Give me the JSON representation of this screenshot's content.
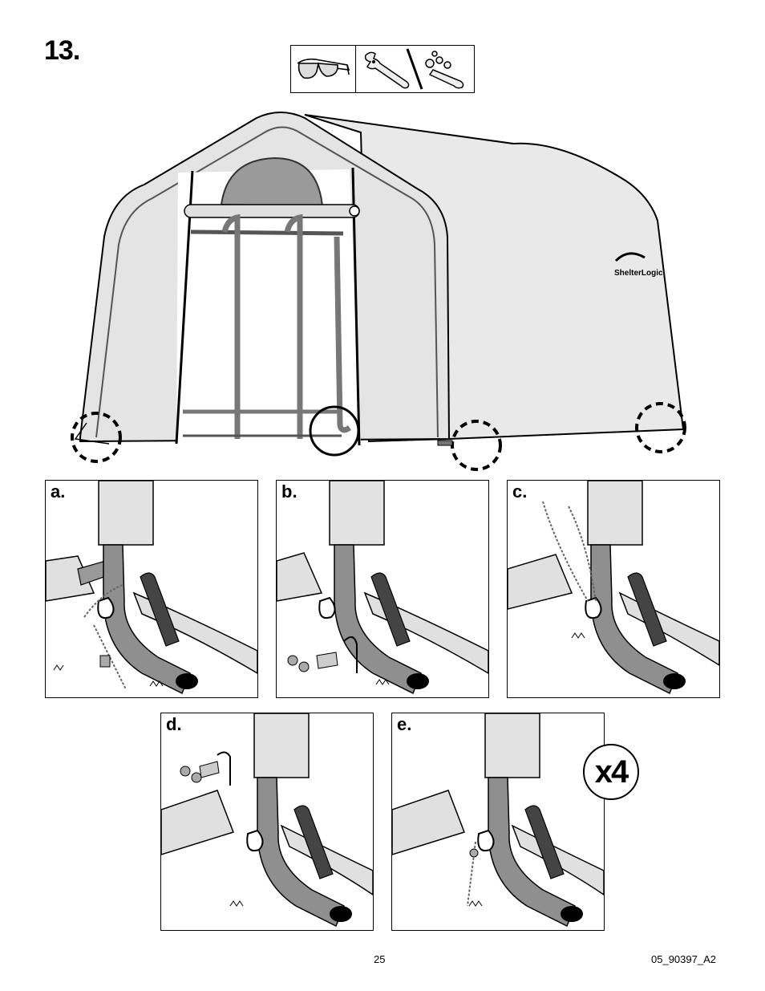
{
  "step": {
    "number": "13."
  },
  "tools": {
    "icons": [
      "safety-glasses-icon",
      "adjustable-wrench-icon",
      "socket-wrench-icon"
    ]
  },
  "hero": {
    "brand_logo_text": "ShelterLogic"
  },
  "panels": [
    {
      "label": "a."
    },
    {
      "label": "b."
    },
    {
      "label": "c."
    },
    {
      "label": "d."
    },
    {
      "label": "e."
    }
  ],
  "multiplier": "x4",
  "footer": {
    "page_number": "25",
    "doc_code": "05_90397_A2"
  }
}
